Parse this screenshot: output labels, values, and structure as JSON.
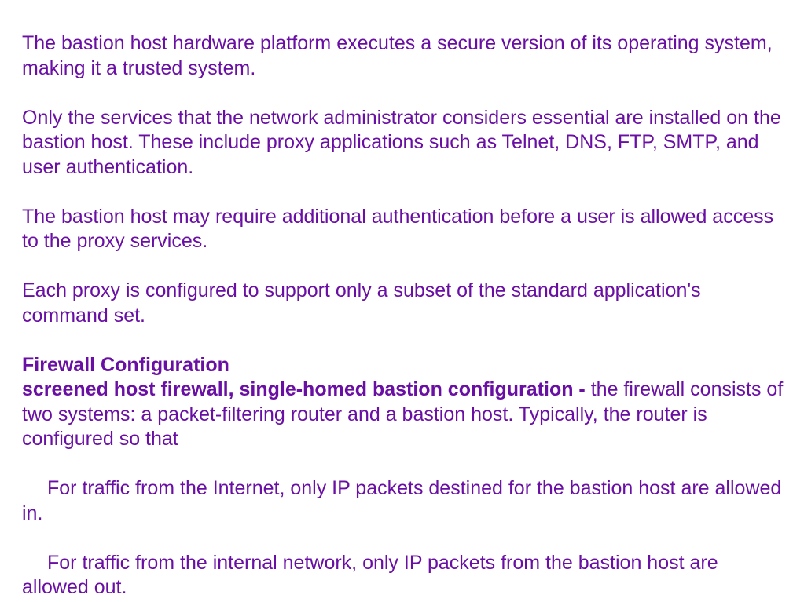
{
  "paragraphs": {
    "p1": "The bastion host hardware platform executes a secure version of its operating system, making it a trusted system.",
    "p2": "Only the services that the network administrator considers essential are installed on the bastion host. These include proxy applications such as Telnet, DNS, FTP, SMTP, and user authentication.",
    "p3": "The bastion host may require additional authentication before a user is allowed access to the proxy services.",
    "p4": "Each proxy is configured to support only a subset of the standard application's command set."
  },
  "firewall": {
    "heading": "Firewall Configuration",
    "term": "screened host firewall, single-homed bastion configuration - ",
    "definition": "the firewall consists of two systems: a packet-filtering router and a bastion host. Typically, the router is configured so that"
  },
  "rules": {
    "r1": "For traffic from the Internet, only IP packets destined for the bastion host are allowed in.",
    "r2": "For traffic from the internal network, only IP packets from the bastion host are allowed out."
  },
  "colors": {
    "text": "#6a0fa4",
    "background": "#ffffff"
  }
}
